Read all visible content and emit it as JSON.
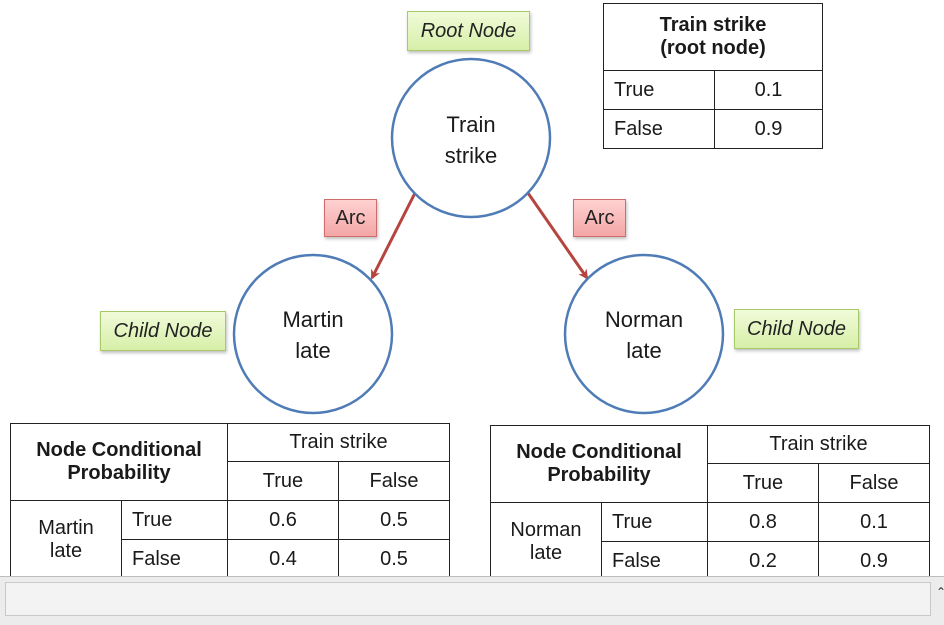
{
  "callouts": {
    "root": "Root Node",
    "child_left": "Child Node",
    "child_right": "Child Node",
    "arc_left": "Arc",
    "arc_right": "Arc"
  },
  "nodes": {
    "train_strike": [
      "Train",
      "strike"
    ],
    "martin_late": [
      "Martin",
      "late"
    ],
    "norman_late": [
      "Norman",
      "late"
    ]
  },
  "root_table": {
    "header_line1": "Train strike",
    "header_line2": "(root node)",
    "rows": [
      {
        "label": "True",
        "value": "0.1"
      },
      {
        "label": "False",
        "value": "0.9"
      }
    ]
  },
  "martin_table": {
    "header_line1": "Node Conditional",
    "header_line2": "Probability",
    "parent": "Train strike",
    "cols": [
      "True",
      "False"
    ],
    "row_label_line1": "Martin",
    "row_label_line2": "late",
    "rows": [
      {
        "label": "True",
        "values": [
          "0.6",
          "0.5"
        ]
      },
      {
        "label": "False",
        "values": [
          "0.4",
          "0.5"
        ]
      }
    ]
  },
  "norman_table": {
    "header_line1": "Node Conditional",
    "header_line2": "Probability",
    "parent": "Train strike",
    "cols": [
      "True",
      "False"
    ],
    "row_label_line1": "Norman",
    "row_label_line2": "late",
    "rows": [
      {
        "label": "True",
        "values": [
          "0.8",
          "0.1"
        ]
      },
      {
        "label": "False",
        "values": [
          "0.2",
          "0.9"
        ]
      }
    ]
  },
  "footer": {
    "scroll_glyph": "⌃"
  }
}
